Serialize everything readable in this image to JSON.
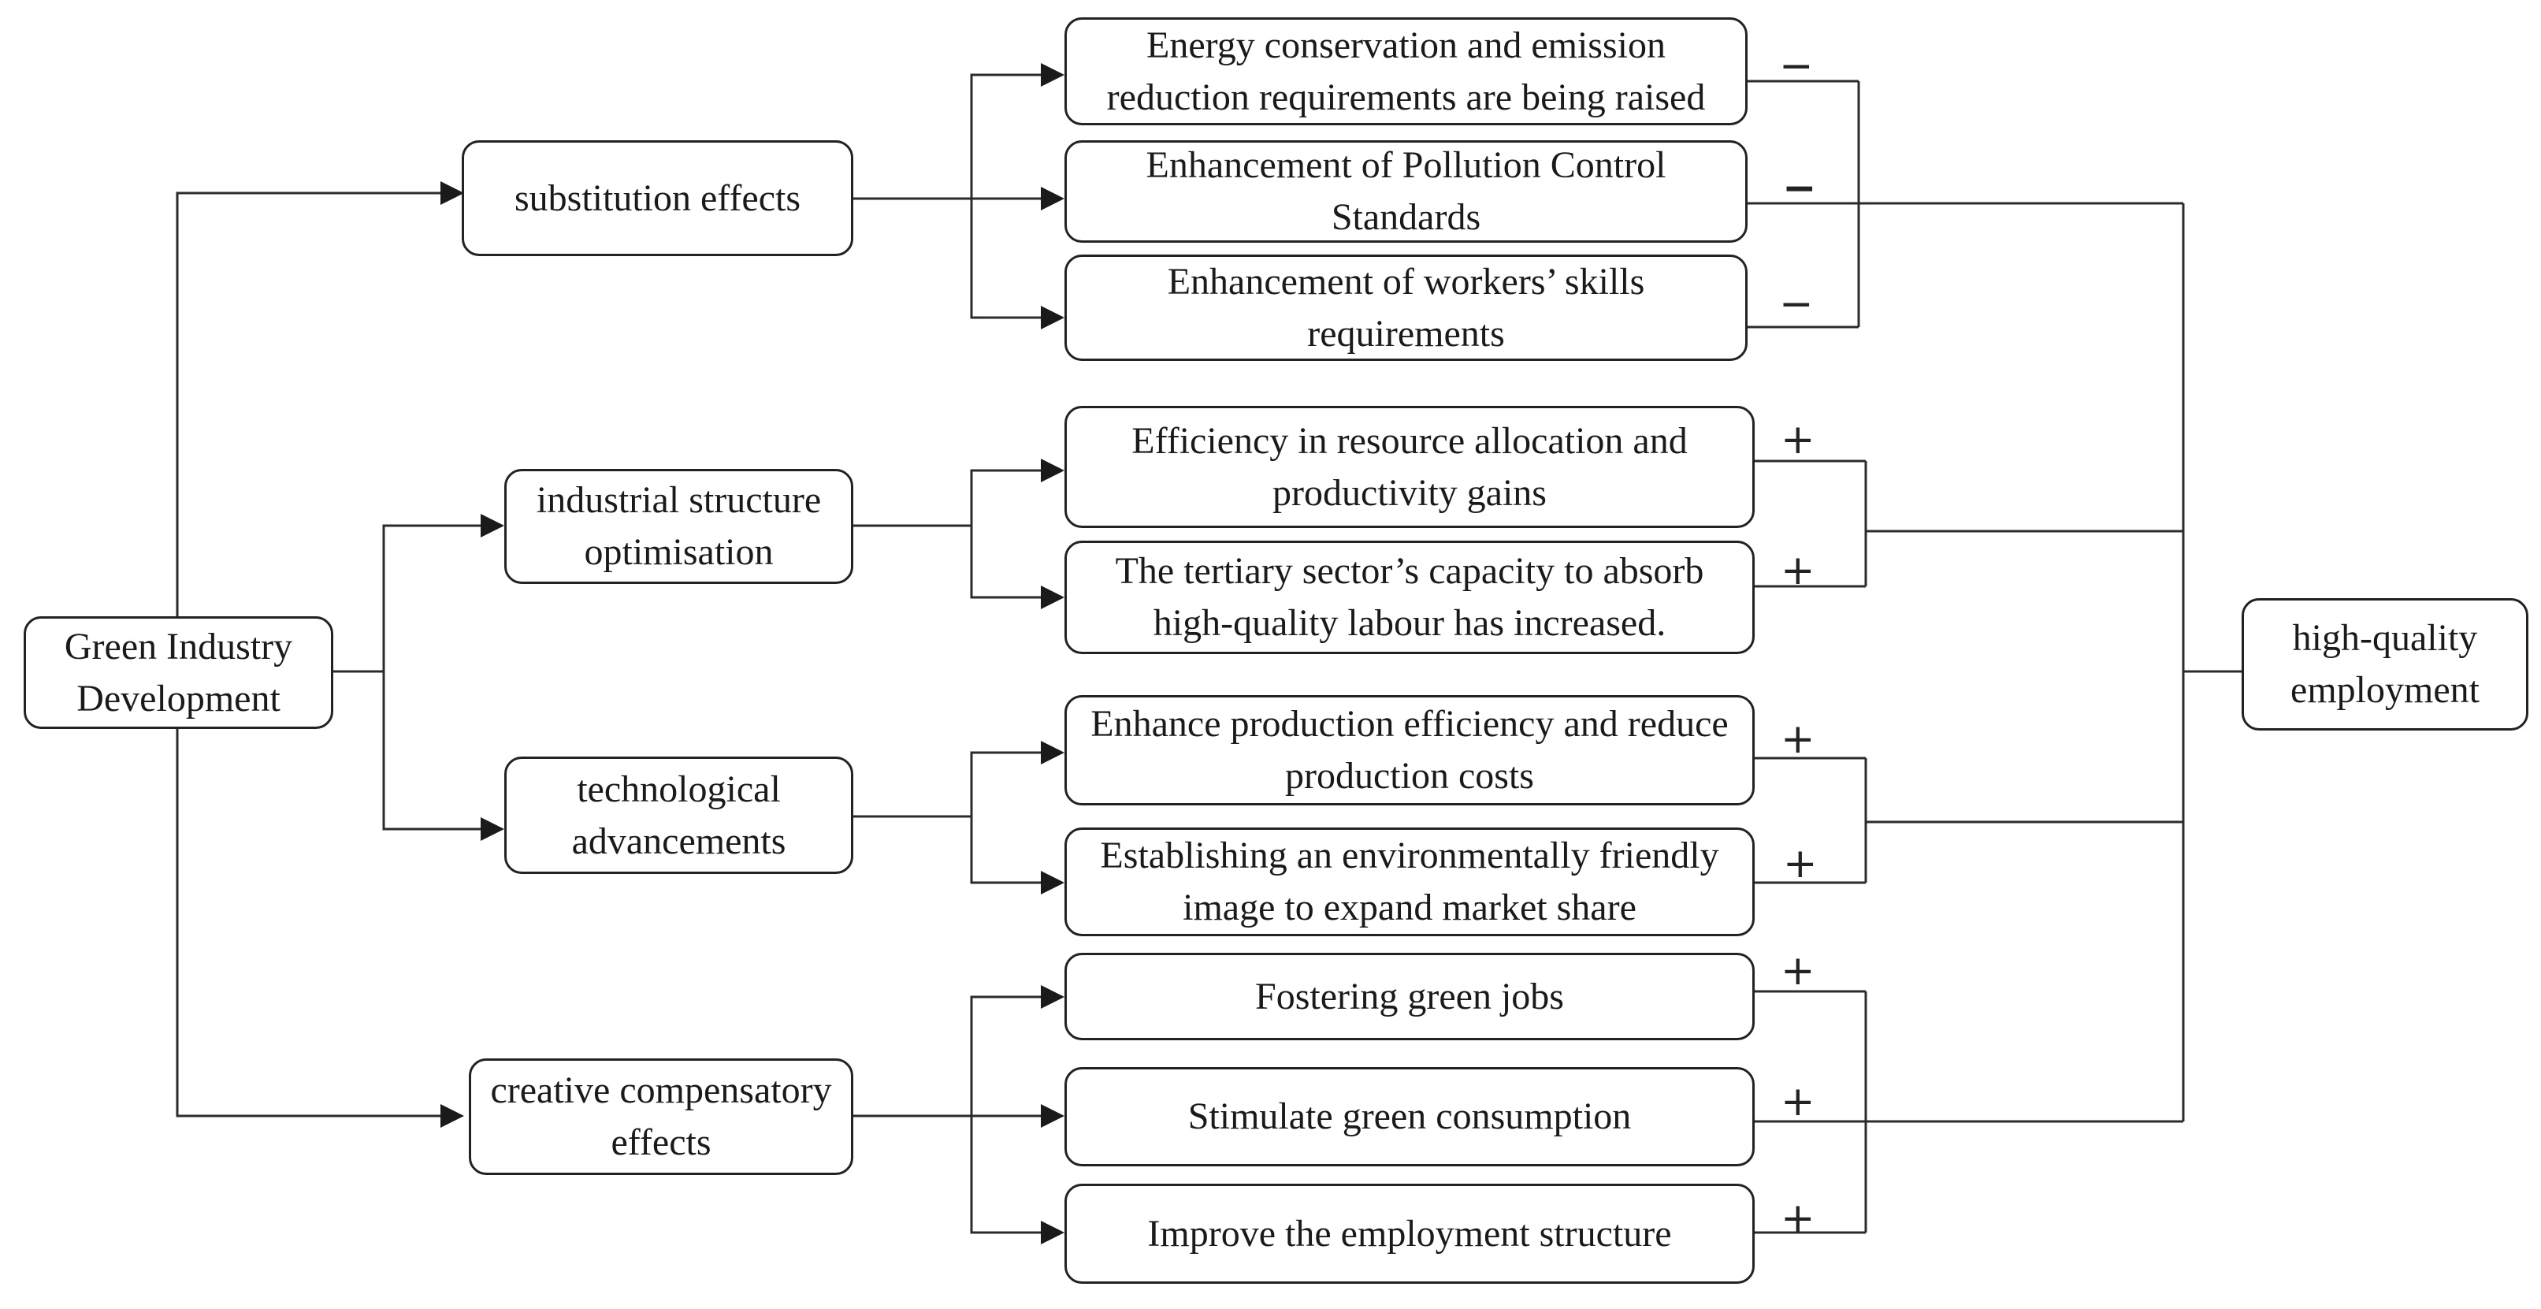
{
  "source": {
    "label": "Green Industry Development"
  },
  "target": {
    "label": "high-quality employment"
  },
  "channels": [
    {
      "label": "substitution effects",
      "effects": [
        {
          "label": "Energy conservation and emission reduction requirements are being raised",
          "sign": "−"
        },
        {
          "label": "Enhancement of Pollution Control Standards",
          "sign": "−"
        },
        {
          "label": "Enhancement of workers’ skills requirements",
          "sign": "−"
        }
      ]
    },
    {
      "label": "industrial structure optimisation",
      "effects": [
        {
          "label": "Efficiency in resource allocation and productivity gains",
          "sign": "+"
        },
        {
          "label": "The tertiary sector’s capacity to absorb high-quality labour has increased.",
          "sign": "+"
        }
      ]
    },
    {
      "label": "technological advancements",
      "effects": [
        {
          "label": "Enhance production efficiency and reduce production costs",
          "sign": "+"
        },
        {
          "label": "Establishing an environmentally friendly image to expand market share",
          "sign": "+"
        }
      ]
    },
    {
      "label": "creative compensatory effects",
      "effects": [
        {
          "label": "Fostering green jobs",
          "sign": "+"
        },
        {
          "label": "Stimulate green consumption",
          "sign": "+"
        },
        {
          "label": "Improve the employment structure",
          "sign": "+"
        }
      ]
    }
  ]
}
